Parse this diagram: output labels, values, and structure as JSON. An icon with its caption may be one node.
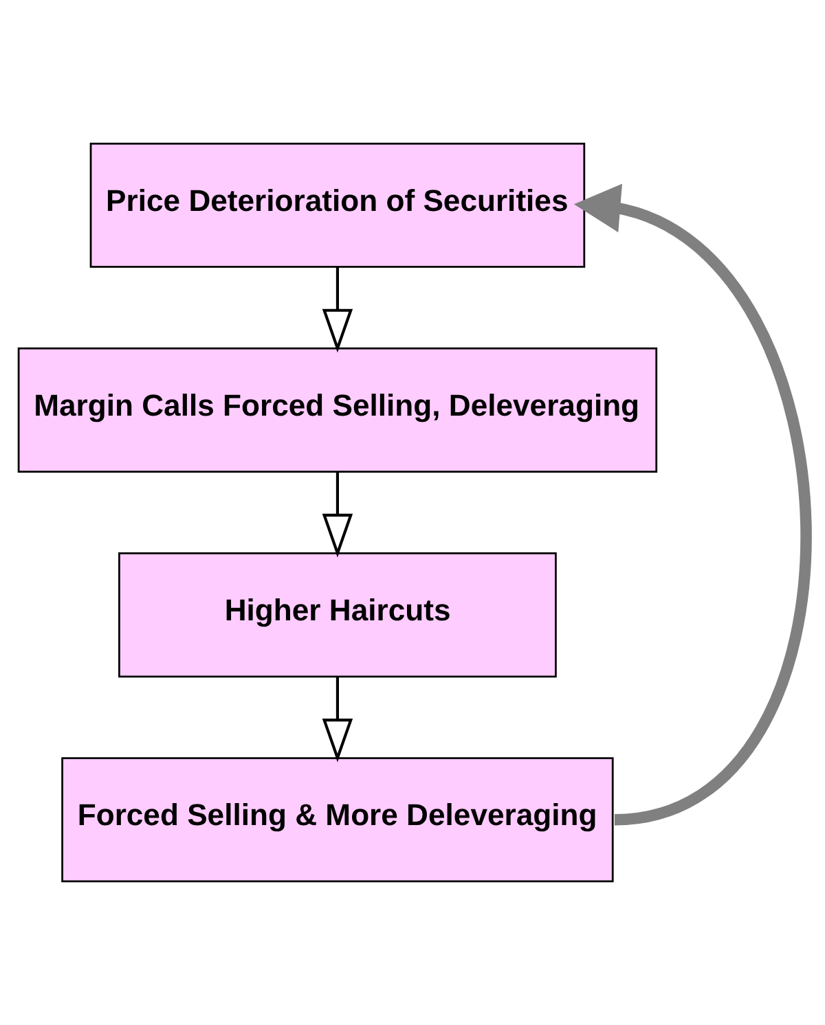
{
  "diagram": {
    "nodes": [
      {
        "text": [
          "Price Deterioration of Securities"
        ]
      },
      {
        "text": [
          "Margin Calls Forced Selling, Deleveraging"
        ]
      },
      {
        "text": [
          "Higher Haircuts"
        ]
      },
      {
        "text": [
          "Forced Selling & More Deleveraging"
        ]
      }
    ],
    "edges": [
      {
        "from": 0,
        "to": 1,
        "arrow": "to"
      },
      {
        "from": 1,
        "to": 2,
        "arrow": "to"
      },
      {
        "from": 2,
        "to": 3,
        "arrow": "to"
      },
      {
        "from": 3,
        "to": 0,
        "arrow": "to",
        "style": "thick",
        "color": "#808080"
      }
    ]
  }
}
